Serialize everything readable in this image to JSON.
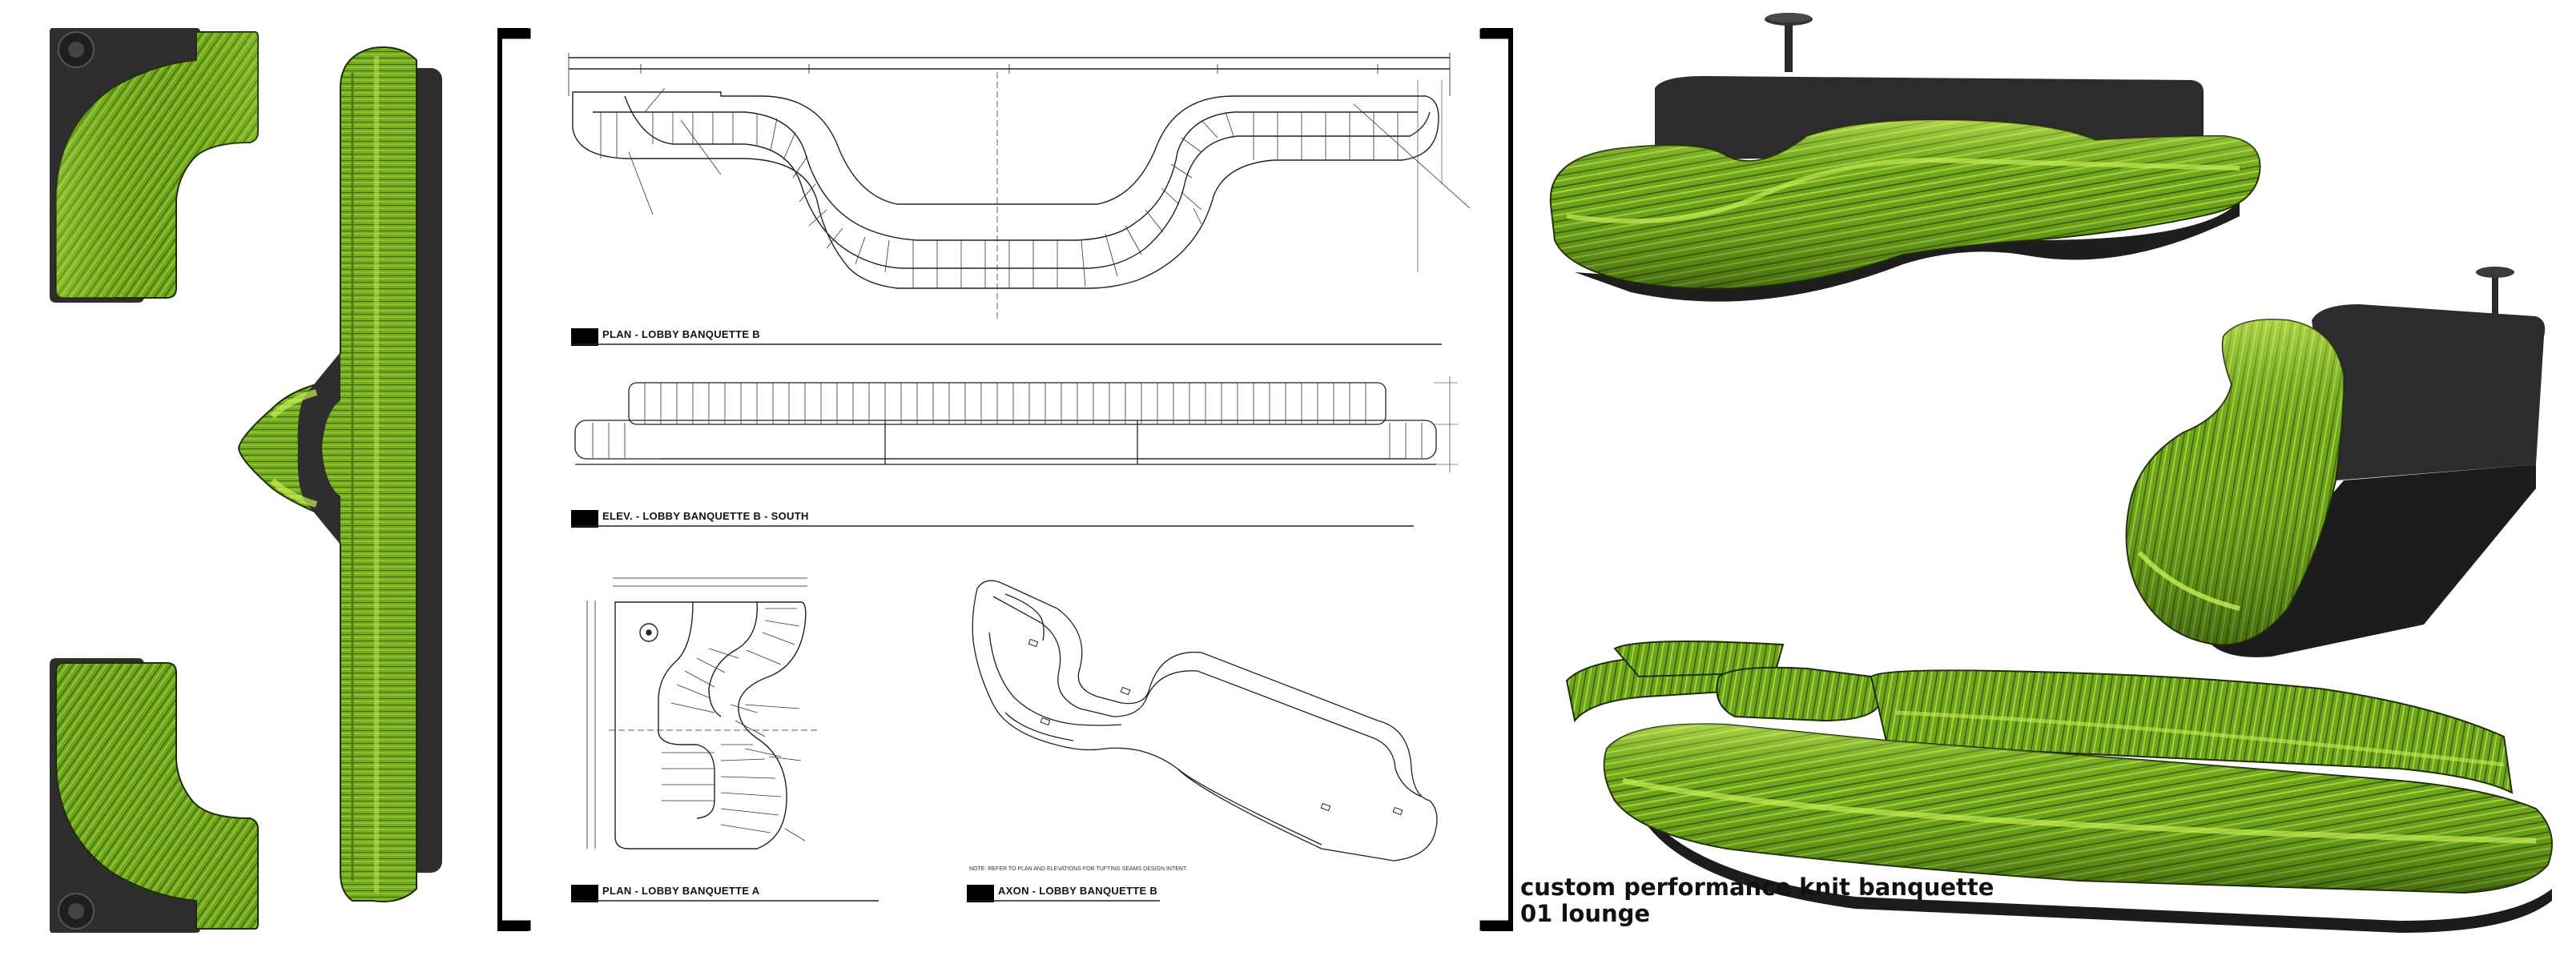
{
  "caption": {
    "line1": "custom performance knit banquette",
    "line2": "01 lounge"
  },
  "drawings": [
    {
      "id": "plan-b",
      "title": "PLAN - LOBBY BANQUETTE B"
    },
    {
      "id": "elev-b",
      "title": "ELEV. - LOBBY BANQUETTE B - SOUTH"
    },
    {
      "id": "plan-a",
      "title": "PLAN - LOBBY BANQUETTE A"
    },
    {
      "id": "axon-b",
      "title": "AXON - LOBBY BANQUETTE B"
    }
  ],
  "notes": {
    "axon_note": "NOTE: REFER TO PLAN AND ELEVATIONS FOR TUFTING SEAMS DESIGN INTENT."
  },
  "colors": {
    "knit_green": "#6fa51c",
    "knit_light": "#b8e04a",
    "knit_dark": "#3f6a10",
    "base_black": "#2b2b2b",
    "line": "#222222"
  }
}
